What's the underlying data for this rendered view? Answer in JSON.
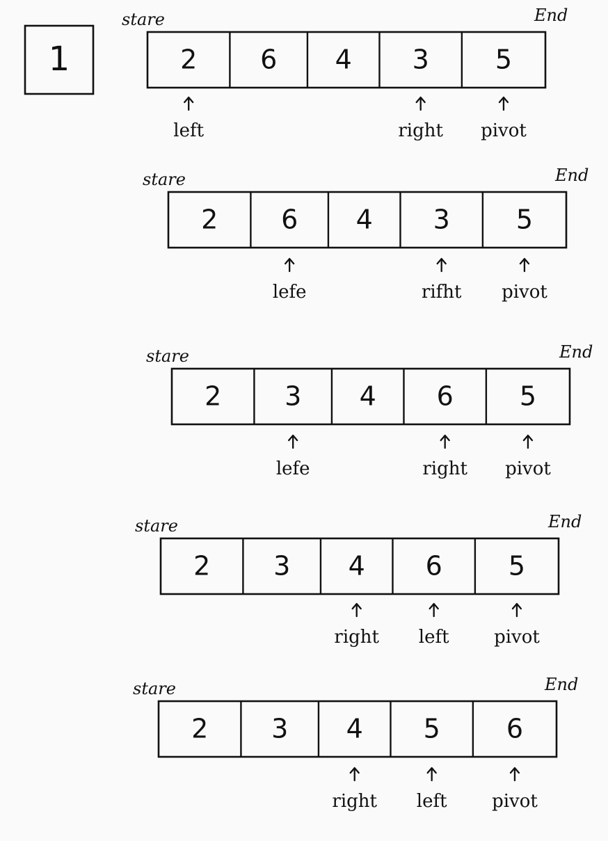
{
  "step_label": "1",
  "labels": {
    "start": "stare",
    "end": "End"
  },
  "rows": [
    {
      "values": [
        "2",
        "6",
        "4",
        "3",
        "5"
      ],
      "pointers": [
        {
          "label": "left",
          "index": 0
        },
        {
          "label": "right",
          "index": 3
        },
        {
          "label": "pivot",
          "index": 4
        }
      ]
    },
    {
      "values": [
        "2",
        "6",
        "4",
        "3",
        "5"
      ],
      "pointers": [
        {
          "label": "lefe",
          "index": 1
        },
        {
          "label": "rifht",
          "index": 3
        },
        {
          "label": "pivot",
          "index": 4
        }
      ]
    },
    {
      "values": [
        "2",
        "3",
        "4",
        "6",
        "5"
      ],
      "pointers": [
        {
          "label": "lefe",
          "index": 1
        },
        {
          "label": "right",
          "index": 3
        },
        {
          "label": "pivot",
          "index": 4
        }
      ]
    },
    {
      "values": [
        "2",
        "3",
        "4",
        "6",
        "5"
      ],
      "pointers": [
        {
          "label": "right",
          "index": 2
        },
        {
          "label": "left",
          "index": 3
        },
        {
          "label": "pivot",
          "index": 4
        }
      ]
    },
    {
      "values": [
        "2",
        "3",
        "4",
        "5",
        "6"
      ],
      "pointers": [
        {
          "label": "right",
          "index": 2
        },
        {
          "label": "left",
          "index": 3
        },
        {
          "label": "pivot",
          "index": 4
        }
      ]
    }
  ]
}
